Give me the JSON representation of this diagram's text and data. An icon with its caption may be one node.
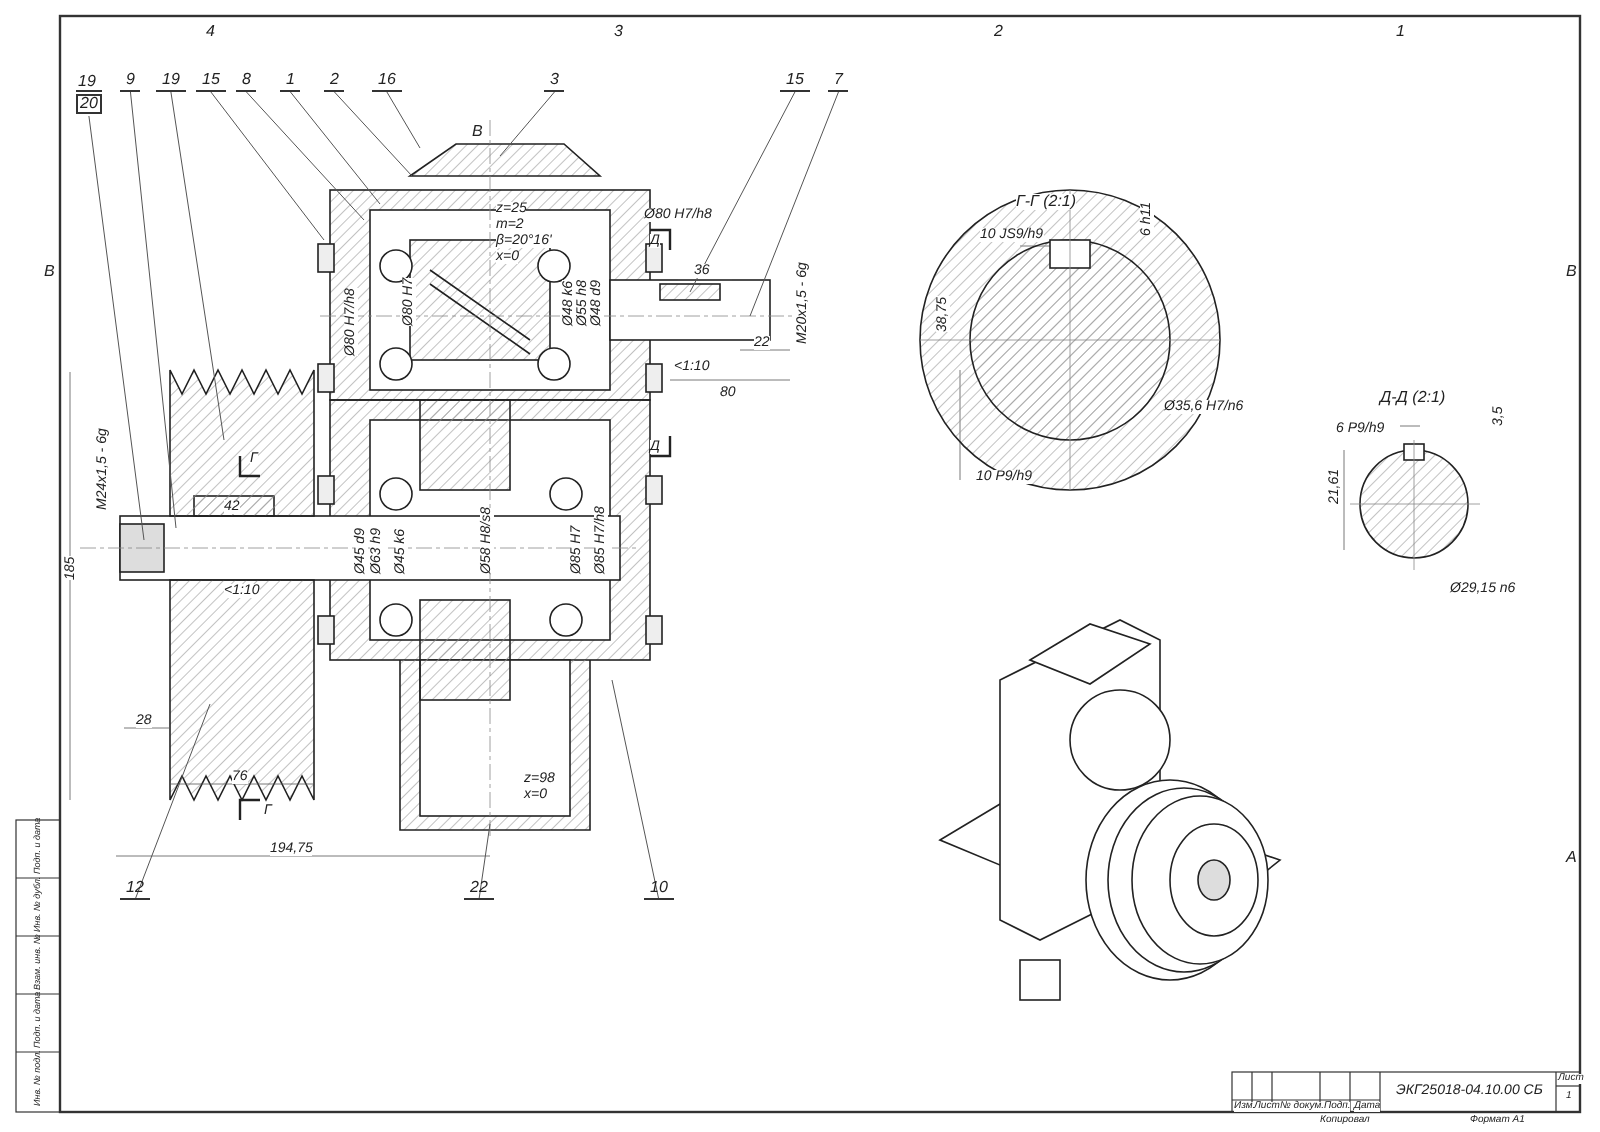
{
  "diagram": {
    "nodes": [
      {
        "text": [
          "19",
          "20"
        ]
      },
      {
        "text": [
          "9"
        ]
      },
      {
        "text": [
          "19"
        ]
      },
      {
        "text": [
          "15"
        ]
      },
      {
        "text": [
          "8"
        ]
      },
      {
        "text": [
          "1"
        ]
      },
      {
        "text": [
          "2"
        ]
      },
      {
        "text": [
          "16"
        ]
      },
      {
        "text": [
          "3"
        ]
      },
      {
        "text": [
          "15"
        ]
      },
      {
        "text": [
          "7"
        ]
      },
      {
        "text": [
          "12"
        ]
      },
      {
        "text": [
          "22"
        ]
      },
      {
        "text": [
          "10"
        ]
      }
    ],
    "edges": [
      {
        "from": 0,
        "to": null,
        "arrow": "none"
      },
      {
        "from": 1,
        "to": null,
        "arrow": "none"
      },
      {
        "from": 2,
        "to": null,
        "arrow": "none"
      },
      {
        "from": 3,
        "to": null,
        "arrow": "none"
      },
      {
        "from": 4,
        "to": null,
        "arrow": "none"
      },
      {
        "from": 5,
        "to": null,
        "arrow": "none"
      },
      {
        "from": 6,
        "to": null,
        "arrow": "none"
      },
      {
        "from": 7,
        "to": null,
        "arrow": "none"
      },
      {
        "from": 8,
        "to": null,
        "arrow": "none"
      },
      {
        "from": 9,
        "to": null,
        "arrow": "none"
      },
      {
        "from": 10,
        "to": null,
        "arrow": "none"
      },
      {
        "from": 11,
        "to": null,
        "arrow": "none"
      },
      {
        "from": 12,
        "to": null,
        "arrow": "none"
      },
      {
        "from": 13,
        "to": null,
        "arrow": "none"
      }
    ],
    "labels": [
      "4",
      "3",
      "2",
      "1",
      "В",
      "В",
      "А",
      "В",
      "z=25",
      "m=2",
      "β=20°16'",
      "x=0",
      "Ø80 H7/h8",
      "Д",
      "36",
      "Ø80 H7/h8",
      "Ø80 H7",
      "Ø48 k6",
      "Ø55 h8",
      "Ø48 d9",
      "<1:10",
      "22",
      "M20x1,5 - 6g",
      "80",
      "Д",
      "Г",
      "M24x1,5 - 6g",
      "42",
      "185",
      "Ø45 d9",
      "Ø63 h9",
      "Ø45 k6",
      "Ø58 H8/s8",
      "Ø85 H7",
      "Ø85 H7/h8",
      "<1:10",
      "28",
      "76",
      "z=98",
      "x=0",
      "Г",
      "194,75",
      "Г-Г (2:1)",
      "10 JS9/h9",
      "6 h11",
      "38,75",
      "Ø35,6 H7/n6",
      "10 P9/h9",
      "Д-Д (2:1)",
      "6 P9/h9",
      "3,5",
      "21,61",
      "Ø29,15 n6",
      "Подп. и дата",
      "Инв. № дубл.",
      "Взам. инв. №",
      "Подп. и дата",
      "Инв. № подл.",
      "Изм.",
      "Лист",
      "№ докум.",
      "Подп.",
      "Дата",
      "ЭКГ25018-04.10.00 СБ",
      "Лист",
      "1",
      "Копировал",
      "Формат А1"
    ]
  }
}
